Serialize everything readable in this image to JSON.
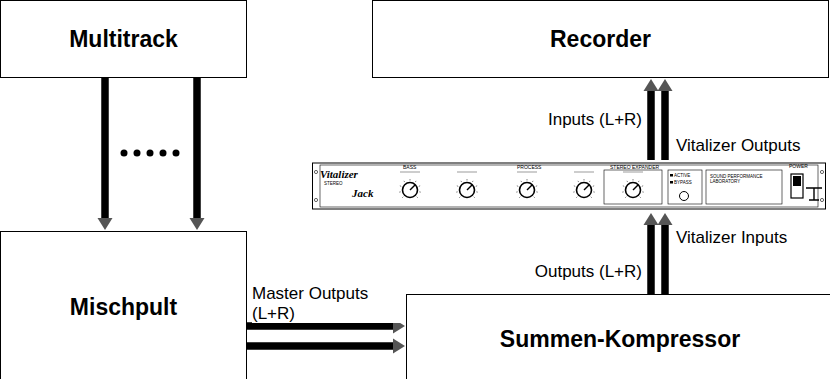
{
  "diagram": {
    "nodes": [
      {
        "text": [
          "Multitrack"
        ]
      },
      {
        "text": [
          "Recorder"
        ]
      },
      {
        "text": [
          "Vitalizer",
          "STEREO",
          "Jack",
          "BASS",
          "PROCESS",
          "STEREO EXPANDER",
          "ACTIVE",
          "BYPASS",
          "SOUND PERFORMANCE LABORATORY",
          "POWER"
        ]
      },
      {
        "text": [
          "Mischpult"
        ]
      },
      {
        "text": [
          "Summen-Kompressor"
        ]
      }
    ],
    "edges": [
      {
        "from": 0,
        "to": 3,
        "arrow": "to"
      },
      {
        "from": 0,
        "to": 3,
        "arrow": "to"
      },
      {
        "from": 3,
        "to": 4,
        "label": "Master Outputs (L+R)",
        "arrow": "to"
      },
      {
        "from": 3,
        "to": 4,
        "arrow": "to"
      },
      {
        "from": 4,
        "to": 2,
        "label": "Outputs (L+R)",
        "arrow": "to"
      },
      {
        "from": 4,
        "to": 2,
        "label": "Vitalizer Inputs",
        "arrow": "to"
      },
      {
        "from": 2,
        "to": 1,
        "label": "Inputs (L+R)",
        "arrow": "to"
      },
      {
        "from": 2,
        "to": 1,
        "label": "Vitalizer Outputs",
        "arrow": "to"
      }
    ]
  }
}
